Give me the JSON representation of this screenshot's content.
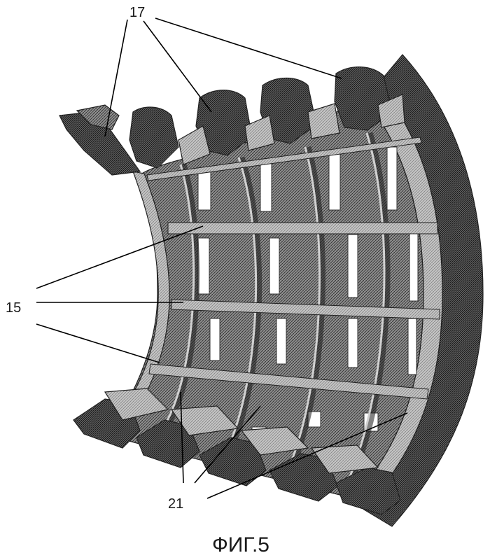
{
  "figure": {
    "labels": {
      "l17": "17",
      "l15": "15",
      "l21": "21"
    },
    "caption": "ФИГ.5"
  }
}
